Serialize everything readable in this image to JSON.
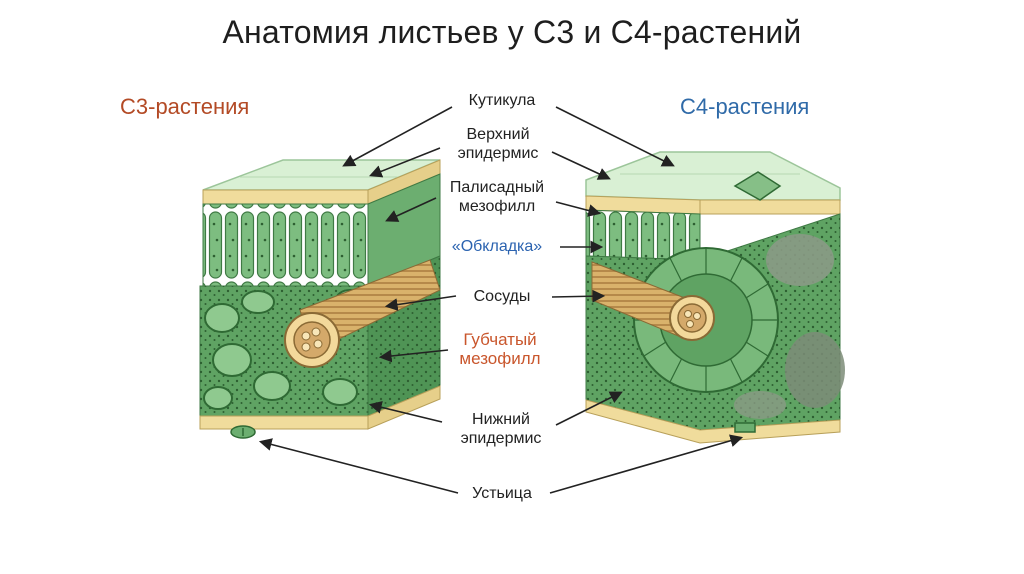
{
  "title": "Анатомия листьев у С3 и С4-растений",
  "left_heading": "С3-растения",
  "right_heading": "С4-растения",
  "labels": {
    "cuticle": "Кутикула",
    "upper_epidermis_1": "Верхний",
    "upper_epidermis_2": "эпидермис",
    "palisade_1": "Палисадный",
    "palisade_2": "мезофилл",
    "sheath": "«Обкладка»",
    "vessels": "Сосуды",
    "spongy_1": "Губчатый",
    "spongy_2": "мезофилл",
    "lower_epidermis_1": "Нижний",
    "lower_epidermis_2": "эпидермис",
    "stomata": "Устьица"
  },
  "colors": {
    "title": "#1e1e1e",
    "c3_heading": "#b34a25",
    "c4_heading": "#2f6aa8",
    "sheath_label": "#2b63b0",
    "spongy_label": "#c9562c",
    "leaf_green": "#5fa363",
    "epidermis": "#f0dc9c"
  }
}
